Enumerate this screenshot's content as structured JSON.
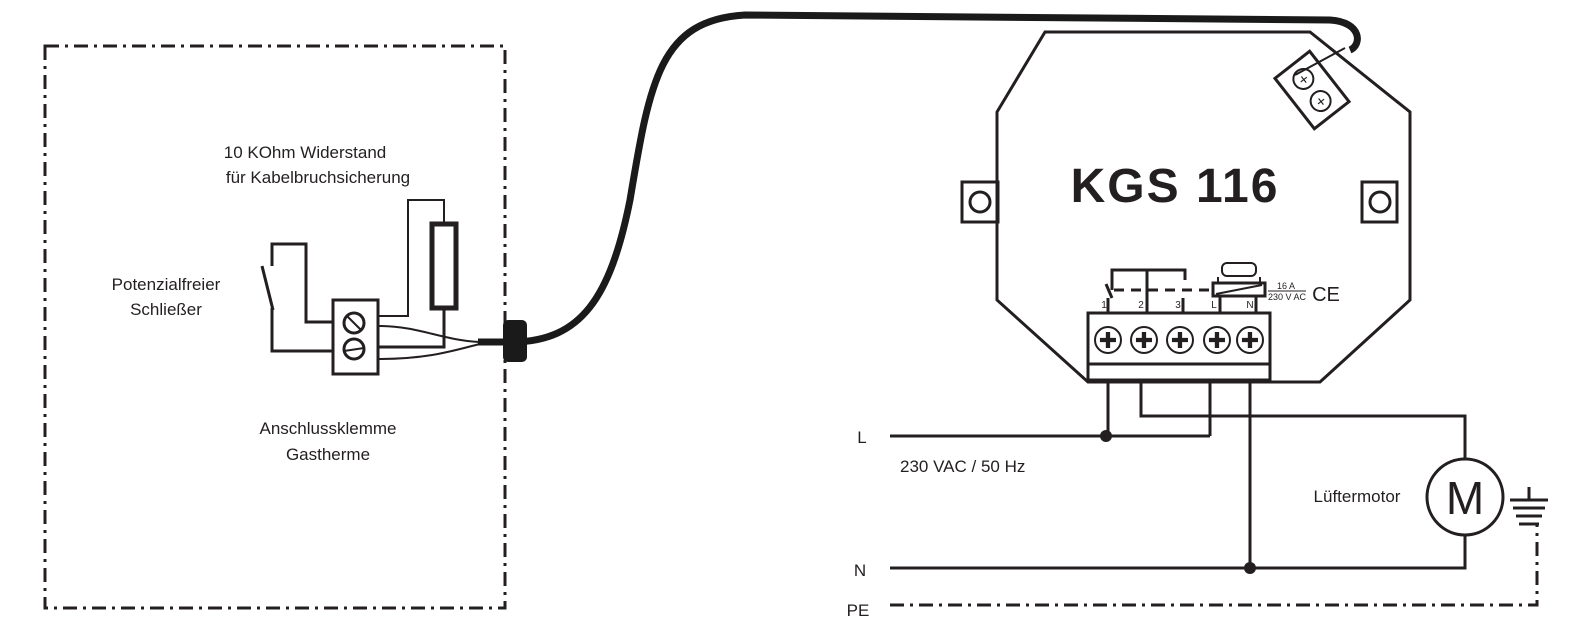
{
  "title": "KGS 116",
  "left_box": {
    "resistor_label_line1": "10 KOhm Widerstand",
    "resistor_label_line2": "für Kabelbruchsicherung",
    "switch_label_line1": "Potenzialfreier",
    "switch_label_line2": "Schließer",
    "terminal_label_line1": "Anschlussklemme",
    "terminal_label_line2": "Gastherme"
  },
  "device": {
    "name": "KGS 116",
    "terminals": [
      "1",
      "2",
      "3",
      "L",
      "N"
    ],
    "rating_current": "16 A",
    "rating_voltage": "230 V AC",
    "mark": "CE"
  },
  "mains": {
    "line_label": "L",
    "neutral_label": "N",
    "earth_label": "PE",
    "supply": "230 VAC / 50 Hz"
  },
  "motor": {
    "label": "Lüftermotor",
    "symbol": "M"
  }
}
